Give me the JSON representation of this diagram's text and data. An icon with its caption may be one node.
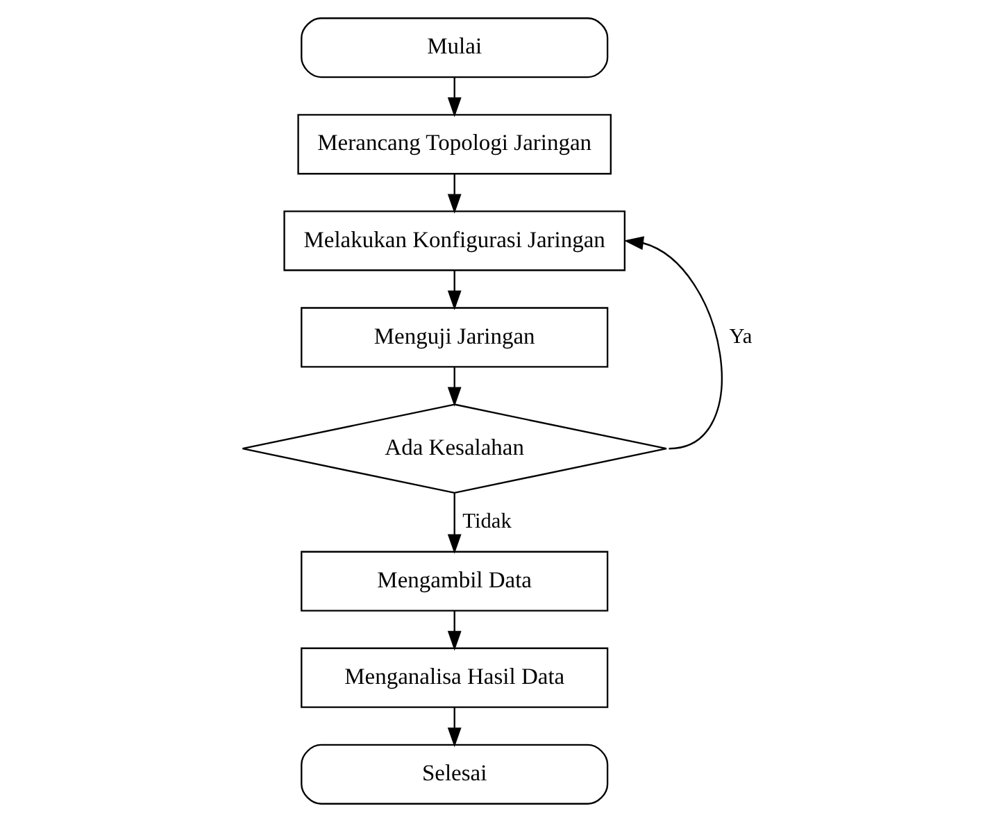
{
  "diagram": {
    "nodes": [
      {
        "text": [
          "Mulai"
        ]
      },
      {
        "text": [
          "Merancang Topologi Jaringan"
        ]
      },
      {
        "text": [
          "Melakukan Konfigurasi Jaringan"
        ]
      },
      {
        "text": [
          "Menguji Jaringan"
        ]
      },
      {
        "text": [
          "Ada Kesalahan"
        ]
      },
      {
        "text": [
          "Mengambil Data"
        ]
      },
      {
        "text": [
          "Menganalisa Hasil Data"
        ]
      },
      {
        "text": [
          "Selesai"
        ]
      }
    ],
    "edges": [
      {
        "from": 0,
        "to": 1,
        "arrow": "to"
      },
      {
        "from": 1,
        "to": 2,
        "arrow": "to"
      },
      {
        "from": 2,
        "to": 3,
        "arrow": "to"
      },
      {
        "from": 3,
        "to": 4,
        "arrow": "to"
      },
      {
        "from": 4,
        "to": 2,
        "arrow": "to",
        "label": "Ya"
      },
      {
        "from": 4,
        "to": 5,
        "arrow": "to",
        "label": "Tidak"
      },
      {
        "from": 5,
        "to": 6,
        "arrow": "to"
      },
      {
        "from": 6,
        "to": 7,
        "arrow": "to"
      }
    ]
  }
}
